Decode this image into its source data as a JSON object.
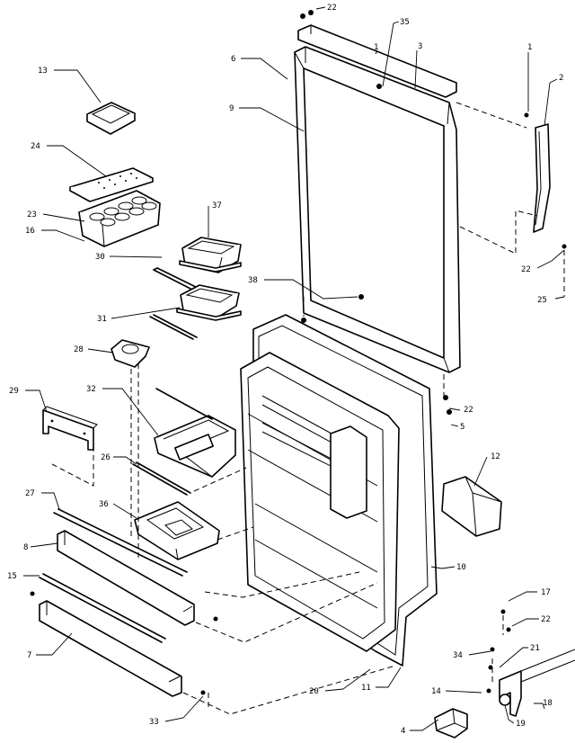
{
  "callouts": [
    {
      "id": "c22a",
      "text": "22"
    },
    {
      "id": "c35",
      "text": "35"
    },
    {
      "id": "c1a",
      "text": "1"
    },
    {
      "id": "c3a",
      "text": "3"
    },
    {
      "id": "c1b",
      "text": "1"
    },
    {
      "id": "c2",
      "text": "2"
    },
    {
      "id": "c6",
      "text": "6"
    },
    {
      "id": "c9",
      "text": "9"
    },
    {
      "id": "c13",
      "text": "13"
    },
    {
      "id": "c24",
      "text": "24"
    },
    {
      "id": "c23",
      "text": "23"
    },
    {
      "id": "c16",
      "text": "16"
    },
    {
      "id": "c37",
      "text": "37"
    },
    {
      "id": "c30",
      "text": "30"
    },
    {
      "id": "c38",
      "text": "38"
    },
    {
      "id": "c22b",
      "text": "22"
    },
    {
      "id": "c25a",
      "text": "25"
    },
    {
      "id": "c31",
      "text": "31"
    },
    {
      "id": "c28",
      "text": "28"
    },
    {
      "id": "c29",
      "text": "29"
    },
    {
      "id": "c32",
      "text": "32"
    },
    {
      "id": "c22c",
      "text": "22"
    },
    {
      "id": "c5",
      "text": "5"
    },
    {
      "id": "c26",
      "text": "26"
    },
    {
      "id": "c12",
      "text": "12"
    },
    {
      "id": "c27",
      "text": "27"
    },
    {
      "id": "c36",
      "text": "36"
    },
    {
      "id": "c8",
      "text": "8"
    },
    {
      "id": "c10",
      "text": "10"
    },
    {
      "id": "c15",
      "text": "15"
    },
    {
      "id": "c17",
      "text": "17"
    },
    {
      "id": "c22d",
      "text": "22"
    },
    {
      "id": "c7",
      "text": "7"
    },
    {
      "id": "c34",
      "text": "34"
    },
    {
      "id": "c21",
      "text": "21"
    },
    {
      "id": "c20",
      "text": "20"
    },
    {
      "id": "c11",
      "text": "11"
    },
    {
      "id": "c14",
      "text": "14"
    },
    {
      "id": "c18",
      "text": "18"
    },
    {
      "id": "c33",
      "text": "33"
    },
    {
      "id": "c4",
      "text": "4"
    },
    {
      "id": "c19",
      "text": "19"
    }
  ]
}
